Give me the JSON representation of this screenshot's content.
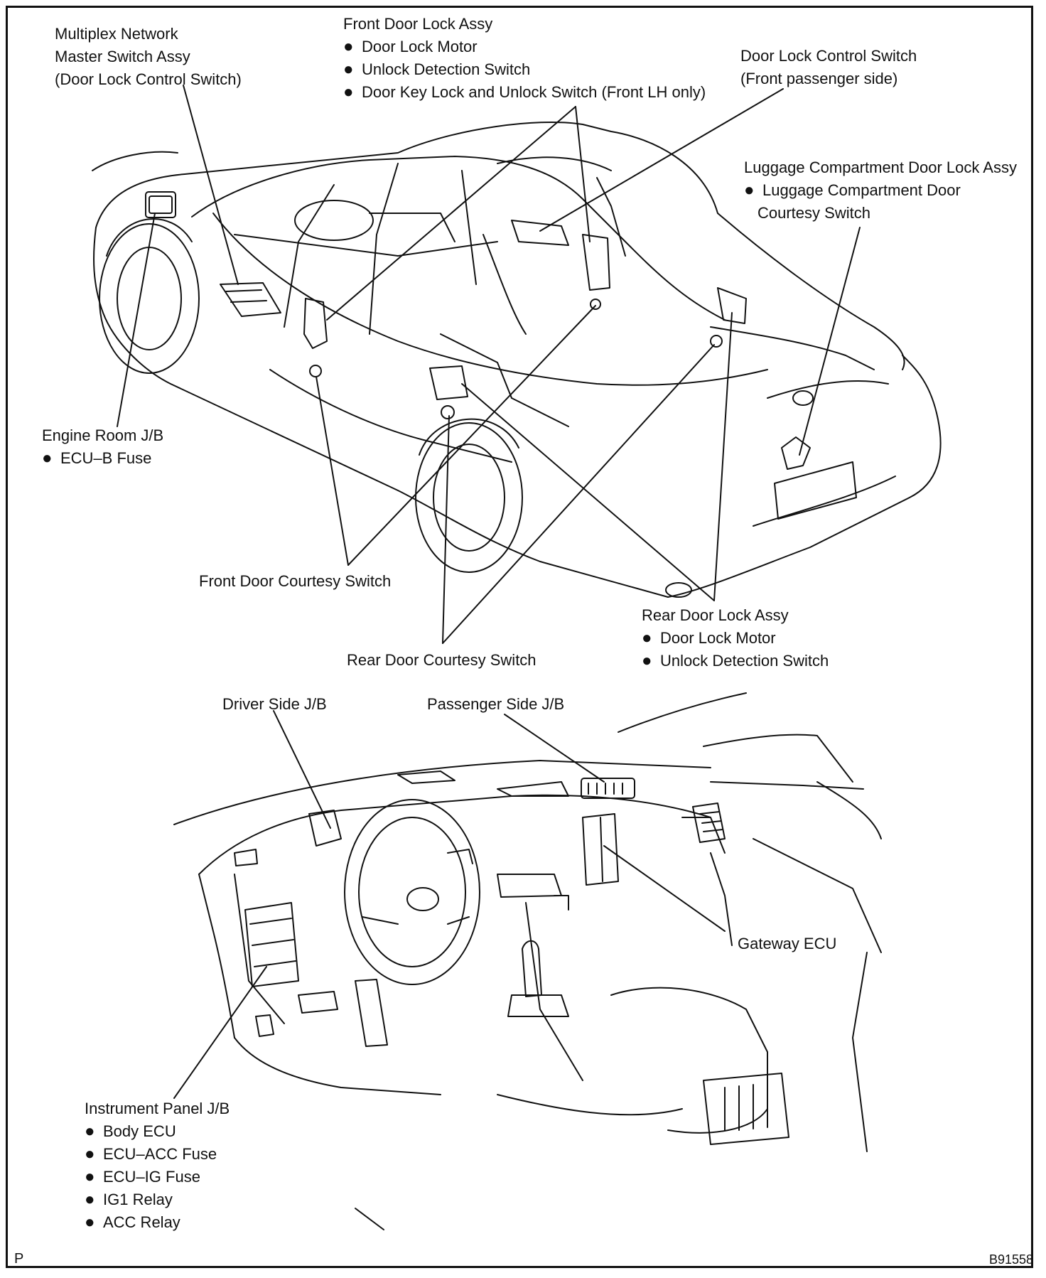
{
  "labels": {
    "multiplex": {
      "lines": [
        "Multiplex Network",
        "Master Switch Assy",
        "(Door Lock Control Switch)"
      ]
    },
    "front_door_lock": {
      "title": "Front Door Lock Assy",
      "bullets": [
        "Door Lock Motor",
        "Unlock Detection Switch",
        "Door Key Lock and Unlock Switch (Front LH only)"
      ]
    },
    "door_lock_control": {
      "lines": [
        "Door Lock Control Switch",
        "(Front passenger side)"
      ]
    },
    "luggage": {
      "title": "Luggage Compartment Door Lock Assy",
      "bullet": "Luggage Compartment Door",
      "line": "Courtesy Switch"
    },
    "engine_room": {
      "title": "Engine Room J/B",
      "bullets": [
        "ECU–B Fuse"
      ]
    },
    "front_courtesy": {
      "text": "Front Door Courtesy Switch"
    },
    "rear_courtesy": {
      "text": "Rear Door Courtesy Switch"
    },
    "rear_door_lock": {
      "title": "Rear Door Lock Assy",
      "bullets": [
        "Door Lock Motor",
        "Unlock Detection Switch"
      ]
    },
    "driver_jb": {
      "text": "Driver Side J/B"
    },
    "passenger_jb": {
      "text": "Passenger Side J/B"
    },
    "gateway": {
      "text": "Gateway ECU"
    },
    "instrument_jb": {
      "title": "Instrument Panel J/B",
      "bullets": [
        "Body ECU",
        "ECU–ACC Fuse",
        "ECU–IG Fuse",
        "IG1 Relay",
        "ACC Relay"
      ]
    }
  },
  "footer": {
    "left": "P",
    "right": "B91558"
  },
  "colors": {
    "ink": "#111111",
    "background": "#ffffff"
  },
  "icons": {
    "bullet": "filled-circle"
  }
}
